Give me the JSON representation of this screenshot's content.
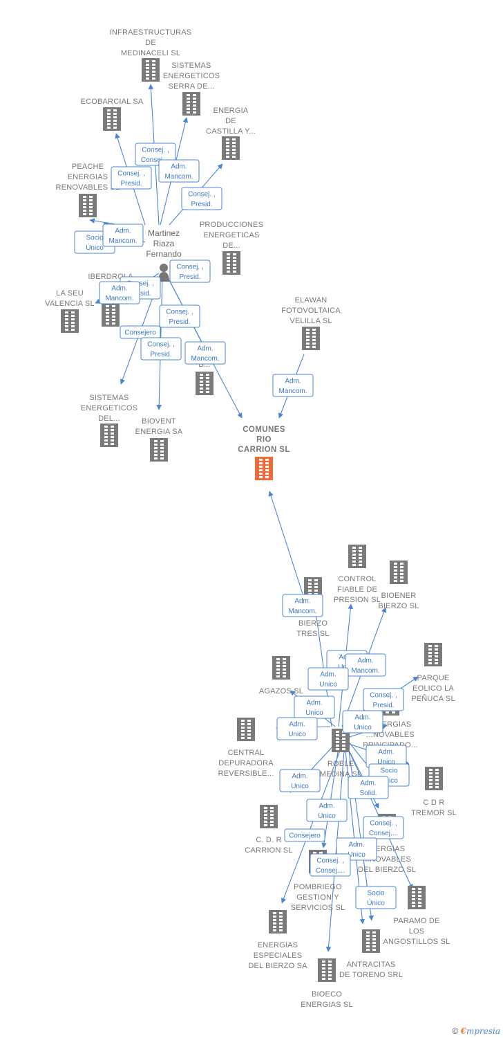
{
  "colors": {
    "building": "#7a7a7a",
    "main_building": "#f06a38",
    "edge": "#4a86d4",
    "person": "#777777"
  },
  "person": {
    "id": "p",
    "lines": [
      "Martinez",
      "Riaza",
      "Fernando"
    ]
  },
  "main_company": {
    "id": "m",
    "lines": [
      "COMUNES",
      "RIO",
      "CARRION SL"
    ]
  },
  "hub_company": {
    "id": "h",
    "lines": [
      "ROBLE",
      "MEDINA SL"
    ]
  },
  "companies": [
    {
      "id": "c1",
      "lines": [
        "INFRAESTRUCTURAS",
        "DE",
        "MEDINACELI SL"
      ]
    },
    {
      "id": "c2",
      "lines": [
        "SISTEMAS",
        "ENERGETICOS",
        "SERRA DE..."
      ]
    },
    {
      "id": "c3",
      "lines": [
        "ECOBARCIAL SA"
      ]
    },
    {
      "id": "c4",
      "lines": [
        "ENERGIA",
        "DE",
        "CASTILLA Y..."
      ]
    },
    {
      "id": "c5",
      "lines": [
        "PEACHE",
        "ENERGIAS",
        "RENOVABLES SL"
      ]
    },
    {
      "id": "c6",
      "lines": [
        "PRODUCCIONES",
        "ENERGETICAS",
        "DE..."
      ]
    },
    {
      "id": "c7",
      "lines": [
        "IBERDROLA",
        "REN...",
        "CAS..."
      ]
    },
    {
      "id": "c8",
      "lines": [
        "LA SEU",
        "VALENCIA SL"
      ]
    },
    {
      "id": "c9",
      "lines": [
        "ELAWAN",
        "FOTOVOLTAICA",
        "VELILLA SL"
      ]
    },
    {
      "id": "c10",
      "lines": [
        "B..."
      ]
    },
    {
      "id": "c11",
      "lines": [
        "SISTEMAS",
        "ENERGETICOS",
        "DEL..."
      ]
    },
    {
      "id": "c12",
      "lines": [
        "BIOVENT",
        "ENERGIA SA"
      ]
    },
    {
      "id": "c13",
      "lines": [
        "CONTROL",
        "FIABLE DE",
        "PRESION SL"
      ]
    },
    {
      "id": "c14",
      "lines": [
        "BIOENER",
        "BIERZO SL"
      ]
    },
    {
      "id": "c15",
      "lines": [
        "...OL",
        "BIERZO",
        "TRES SL"
      ]
    },
    {
      "id": "c16",
      "lines": [
        "PARQUE",
        "EOLICO LA",
        "PEÑUCA SL"
      ]
    },
    {
      "id": "c17",
      "lines": [
        "AGAZOS SL"
      ]
    },
    {
      "id": "c18",
      "lines": [
        "...NERGIAS",
        "...NOVABLES",
        "PRINCIPADO..."
      ]
    },
    {
      "id": "c19",
      "lines": [
        "CENTRAL",
        "DEPURADORA",
        "REVERSIBLE..."
      ]
    },
    {
      "id": "c20",
      "lines": [
        "C D R",
        "TREMOR SL"
      ]
    },
    {
      "id": "c21",
      "lines": [
        "C. D. R",
        "CARRION SL"
      ]
    },
    {
      "id": "c22",
      "lines": [
        "...ERGIAS",
        "...NOVABLES",
        "DEL BIERZO SL"
      ]
    },
    {
      "id": "c23",
      "lines": [
        "POMBRIEGO",
        "GESTION Y",
        "SERVICIOS SL"
      ]
    },
    {
      "id": "c24",
      "lines": [
        "PARAMO DE",
        "LOS",
        "ANGOSTILLOS SL"
      ]
    },
    {
      "id": "c25",
      "lines": [
        "ENERGIAS",
        "ESPECIALES",
        "DEL BIERZO SA"
      ]
    },
    {
      "id": "c26",
      "lines": [
        "ANTRACITAS",
        "DE TORENO SRL"
      ]
    },
    {
      "id": "c27",
      "lines": [
        "BIOECO",
        "ENERGIAS SL"
      ]
    }
  ],
  "relations": [
    {
      "lines": [
        "Consej. ,",
        "Consej...."
      ]
    },
    {
      "lines": [
        "Adm.",
        "Mancom."
      ]
    },
    {
      "lines": [
        "Consej. ,",
        "Presid."
      ]
    },
    {
      "lines": [
        "Consej. ,",
        "Presid."
      ]
    },
    {
      "lines": [
        "Socio",
        "Único"
      ]
    },
    {
      "lines": [
        "Adm.",
        "Mancom."
      ]
    },
    {
      "lines": [
        "Consej. ,",
        "Presid."
      ]
    },
    {
      "lines": [
        "Consej. ,",
        "Presid."
      ]
    },
    {
      "lines": [
        "Adm.",
        "Mancom."
      ]
    },
    {
      "lines": [
        "Consej. ,",
        "Presid."
      ]
    },
    {
      "lines": [
        "Consejero"
      ]
    },
    {
      "lines": [
        "Consej. ,",
        "Presid."
      ]
    },
    {
      "lines": [
        "Adm.",
        "Mancom."
      ]
    },
    {
      "lines": [
        "Adm.",
        "Mancom."
      ]
    },
    {
      "lines": [
        "Adm.",
        "Mancom."
      ]
    },
    {
      "lines": [
        "Adm.",
        "Unico"
      ]
    },
    {
      "lines": [
        "Adm.",
        "Mancom."
      ]
    },
    {
      "lines": [
        "Adm.",
        "Unico"
      ]
    },
    {
      "lines": [
        "Consej. ,",
        "Presid."
      ]
    },
    {
      "lines": [
        "Adm.",
        "Unico"
      ]
    },
    {
      "lines": [
        "Adm.",
        "Unico"
      ]
    },
    {
      "lines": [
        "Adm.",
        "Unico"
      ]
    },
    {
      "lines": [
        "Adm.",
        "Unico"
      ]
    },
    {
      "lines": [
        "Socio",
        "Único"
      ]
    },
    {
      "lines": [
        "Adm.",
        "Unico"
      ]
    },
    {
      "lines": [
        "Adm.",
        "Solid."
      ]
    },
    {
      "lines": [
        "Adm.",
        "Unico"
      ]
    },
    {
      "lines": [
        "Consej. ,",
        "Consej...."
      ]
    },
    {
      "lines": [
        "Consejero"
      ]
    },
    {
      "lines": [
        "Adm.",
        "Unico"
      ]
    },
    {
      "lines": [
        "Consej. ,",
        "Consej...."
      ]
    },
    {
      "lines": [
        "Socio",
        "Único"
      ]
    }
  ],
  "footer": {
    "copyright_symbol": "©",
    "brand_initial": "€",
    "brand_rest": "mpresia"
  }
}
